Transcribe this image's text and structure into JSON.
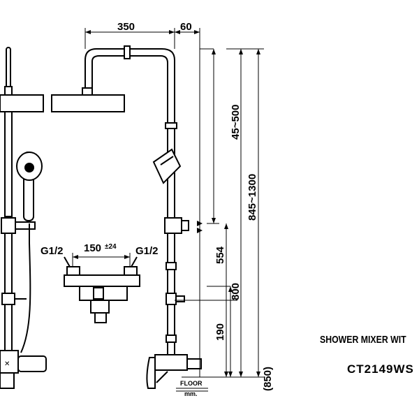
{
  "dimensions": {
    "arm_width": "350",
    "offset": "60",
    "adjust_range": "45~500",
    "total_height_range": "845~1300",
    "rail_height": "554",
    "mixer_height": "800",
    "outlet_height": "190",
    "floor_ref": "(850)",
    "inlet_spacing": "150",
    "inlet_tolerance": "±24",
    "inlet_left": "G1/2",
    "inlet_right": "G1/2"
  },
  "floor_label": {
    "line1": "FLOOR",
    "line2": "mm."
  },
  "title": {
    "product_name": "SHOWER MIXER WIT",
    "model_code": "CT2149WS"
  }
}
